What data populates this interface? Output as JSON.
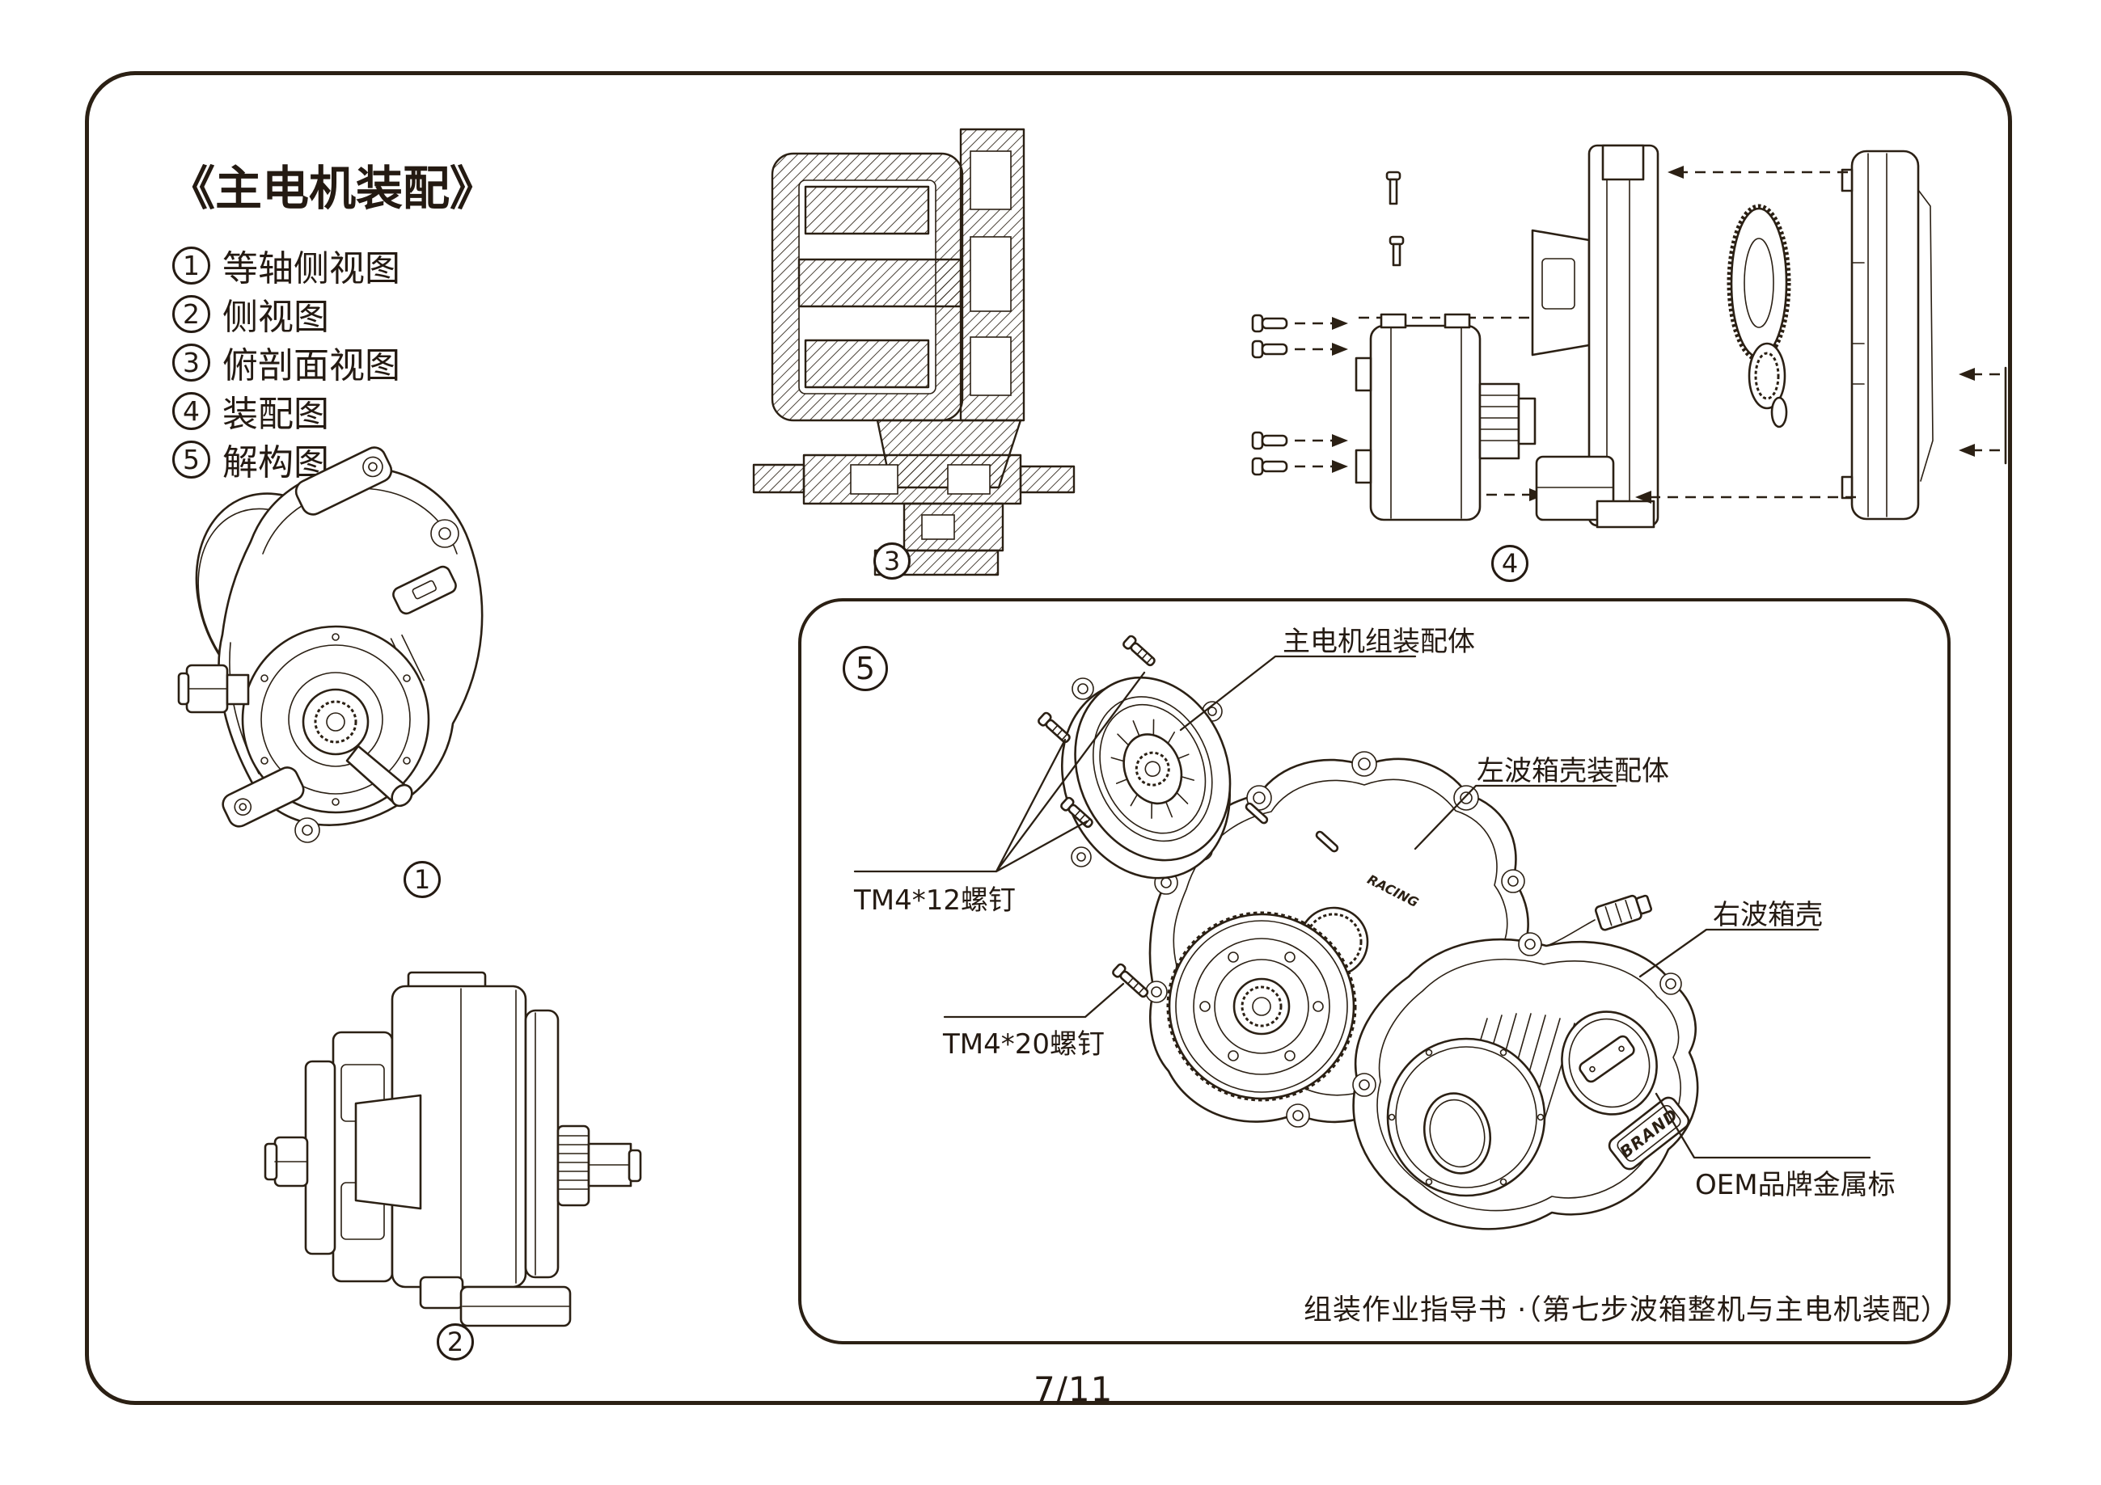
{
  "page": {
    "title": "《主电机装配》",
    "page_number": "7/11"
  },
  "colors": {
    "ink": "#241a12",
    "line": "#2b2014",
    "background": "#ffffff"
  },
  "view_list": [
    {
      "num": "1",
      "label": "等轴侧视图"
    },
    {
      "num": "2",
      "label": "侧视图"
    },
    {
      "num": "3",
      "label": "俯剖面视图"
    },
    {
      "num": "4",
      "label": "装配图"
    },
    {
      "num": "5",
      "label": "解构图"
    }
  ],
  "figure_labels": {
    "fig1": "1",
    "fig2": "2",
    "fig3": "3",
    "fig4": "4",
    "fig5": "5"
  },
  "exploded_view": {
    "part_labels": {
      "main_motor_assembly": "主电机组装配体",
      "left_gearbox_assembly": "左波箱壳装配体",
      "right_gearbox_shell": "右波箱壳",
      "screw_tm4x12": "TM4*12螺钉",
      "screw_tm4x20": "TM4*20螺钉",
      "oem_brand_badge": "OEM品牌金属标"
    },
    "brand_tag_text": "BRAND",
    "housing_engraving": "RACING",
    "caption": "组装作业指导书 ·（第七步波箱整机与主电机装配）"
  }
}
